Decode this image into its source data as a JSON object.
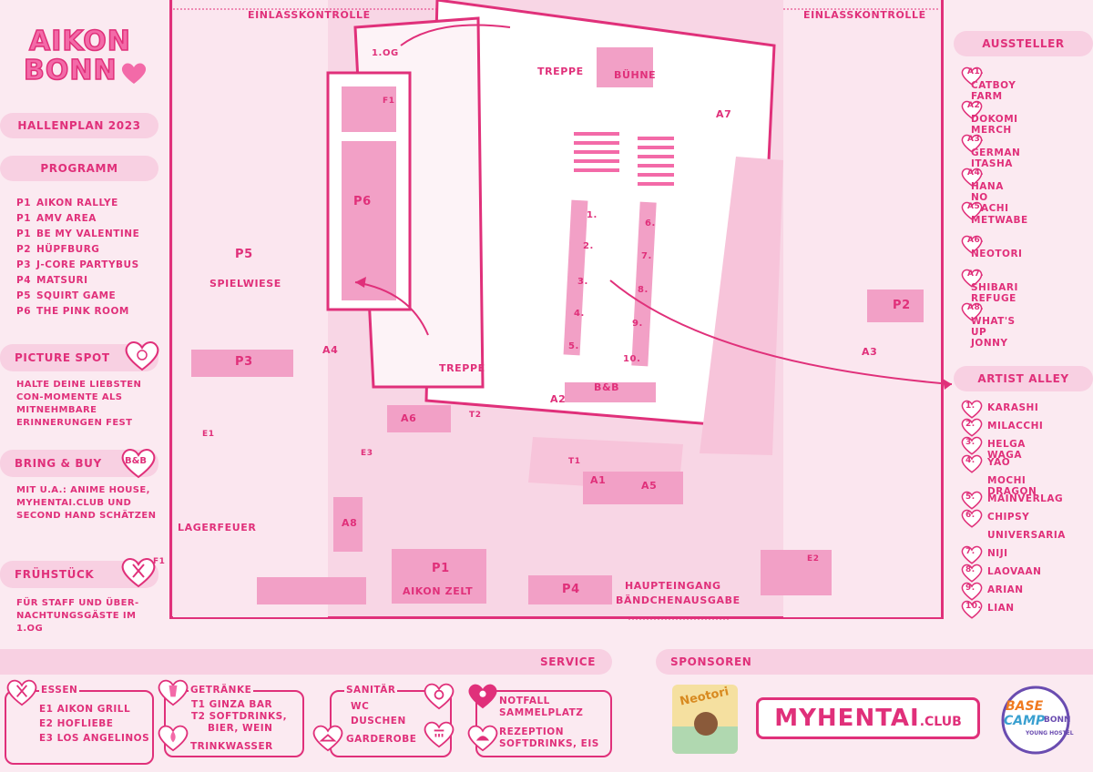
{
  "logo": {
    "line1": "AIKON",
    "line2": "BONN"
  },
  "plan_title": "HALLENPLAN 2023",
  "programm": {
    "title": "PROGRAMM",
    "items": [
      {
        "code": "P1",
        "label": "AIKON RALLYE"
      },
      {
        "code": "P1",
        "label": "AMV AREA"
      },
      {
        "code": "P1",
        "label": "BE MY VALENTINE"
      },
      {
        "code": "P2",
        "label": "HÜPFBURG"
      },
      {
        "code": "P3",
        "label": "J-CORE PARTYBUS"
      },
      {
        "code": "P4",
        "label": "MATSURI"
      },
      {
        "code": "P5",
        "label": "SQUIRT GAME"
      },
      {
        "code": "P6",
        "label": "THE PINK ROOM"
      }
    ]
  },
  "picture_spot": {
    "title": "PICTURE SPOT",
    "text": "HALTE DEINE LIEBSTEN CON-MOMENTE ALS MITNEHMBARE ERINNERUNGEN FEST"
  },
  "bring_buy": {
    "title": "BRING & BUY",
    "badge": "B&B",
    "text": "MIT U.A.: ANIME HOUSE, MYHENTAI.CLUB UND SECOND HAND SCHÄTZEN"
  },
  "fruehstueck": {
    "title": "FRÜHSTÜCK",
    "badge": "F1",
    "text": "FÜR STAFF UND ÜBER-NACHTUNGSGÄSTE IM 1.OG"
  },
  "aussteller": {
    "title": "AUSSTELLER",
    "items": [
      {
        "code": "A1.",
        "label": "CATBOY FARM"
      },
      {
        "code": "A2",
        "label": "DOKOMI MERCH"
      },
      {
        "code": "A3.",
        "label": "GERMAN ITASHA"
      },
      {
        "code": "A4.",
        "label": "HANA NO MACHI"
      },
      {
        "code": "A5.",
        "label": "METWABE"
      },
      {
        "code": "A6.",
        "label": "NEOTORI"
      },
      {
        "code": "A7.",
        "label": "SHIBARI REFUGE"
      },
      {
        "code": "A8.",
        "label": "WHAT'S UP JONNY"
      }
    ]
  },
  "artist_alley": {
    "title": "ARTIST ALLEY",
    "items": [
      {
        "code": "1.",
        "label": "KARASHI"
      },
      {
        "code": "2.",
        "label": "MILACCHI"
      },
      {
        "code": "3.",
        "label": "HELGA WAGA"
      },
      {
        "code": "4.",
        "label": "YAO"
      },
      {
        "code": "",
        "label": "MOCHI DRAGON"
      },
      {
        "code": "5.",
        "label": "MAINVERLAG"
      },
      {
        "code": "6.",
        "label": "CHIPSY"
      },
      {
        "code": "",
        "label": "UNIVERSARIA"
      },
      {
        "code": "7.",
        "label": "NIJI"
      },
      {
        "code": "8.",
        "label": "LAOVAAN"
      },
      {
        "code": "9.",
        "label": "ARIAN"
      },
      {
        "code": "10.",
        "label": "LIAN"
      }
    ]
  },
  "map": {
    "einlass_left": "EINLASSKONTROLLE",
    "einlass_right": "EINLASSKONTROLLE",
    "og": "1.OG",
    "treppe_top": "TREPPE",
    "treppe_bottom": "TREPPE",
    "buehne": "BÜHNE",
    "spielwiese": "SPIELWIESE",
    "lagerfeuer": "LAGERFEUER",
    "aikon_zelt": "AIKON ZELT",
    "haupteingang": "HAUPTEINGANG",
    "baendchen": "BÄNDCHENAUSGABE",
    "labels": {
      "p1": "P1",
      "p2": "P2",
      "p3": "P3",
      "p4": "P4",
      "p5": "P5",
      "p6": "P6",
      "a1": "A1",
      "a2": "A2",
      "a3": "A3",
      "a4": "A4",
      "a5": "A5",
      "a6": "A6",
      "a7": "A7",
      "a8": "A8",
      "bb": "B&B",
      "e1": "E1",
      "e2": "E2",
      "e3": "E3",
      "f1": "F1",
      "t1": "T1",
      "t2": "T2",
      "n1": "1.",
      "n2": "2.",
      "n3": "3.",
      "n4": "4.",
      "n5": "5.",
      "n6": "6.",
      "n7": "7.",
      "n8": "8.",
      "n9": "9.",
      "n10": "10."
    }
  },
  "service": {
    "title": "SERVICE",
    "essen": {
      "title": "ESSEN",
      "items": [
        "E1 AIKON GRILL",
        "E2 HOFLIEBE",
        "E3 LOS ANGELINOS"
      ]
    },
    "getraenke": {
      "title": "GETRÄNKE",
      "items": [
        "T1 GINZA BAR",
        "T2 SOFTDRINKS,",
        "BIER, WEIN"
      ],
      "water": "TRINKWASSER"
    },
    "sanitaer": {
      "title": "SANITÄR",
      "items": [
        "WC",
        "DUSCHEN"
      ],
      "garderobe": "GARDEROBE"
    },
    "notfall": {
      "line1": "NOTFALL",
      "line2": "SAMMELPLATZ",
      "rez1": "REZEPTION",
      "rez2": "SOFTDRINKS, EIS"
    }
  },
  "sponsoren": {
    "title": "SPONSOREN",
    "neotori": "Neotori",
    "myhentai": "MYHENTAI",
    "myhentai_suffix": ".CLUB",
    "camp1": "BASE",
    "camp2": "CAMP",
    "camp3": "BONN",
    "camp4": "YOUNG HOSTEL"
  }
}
